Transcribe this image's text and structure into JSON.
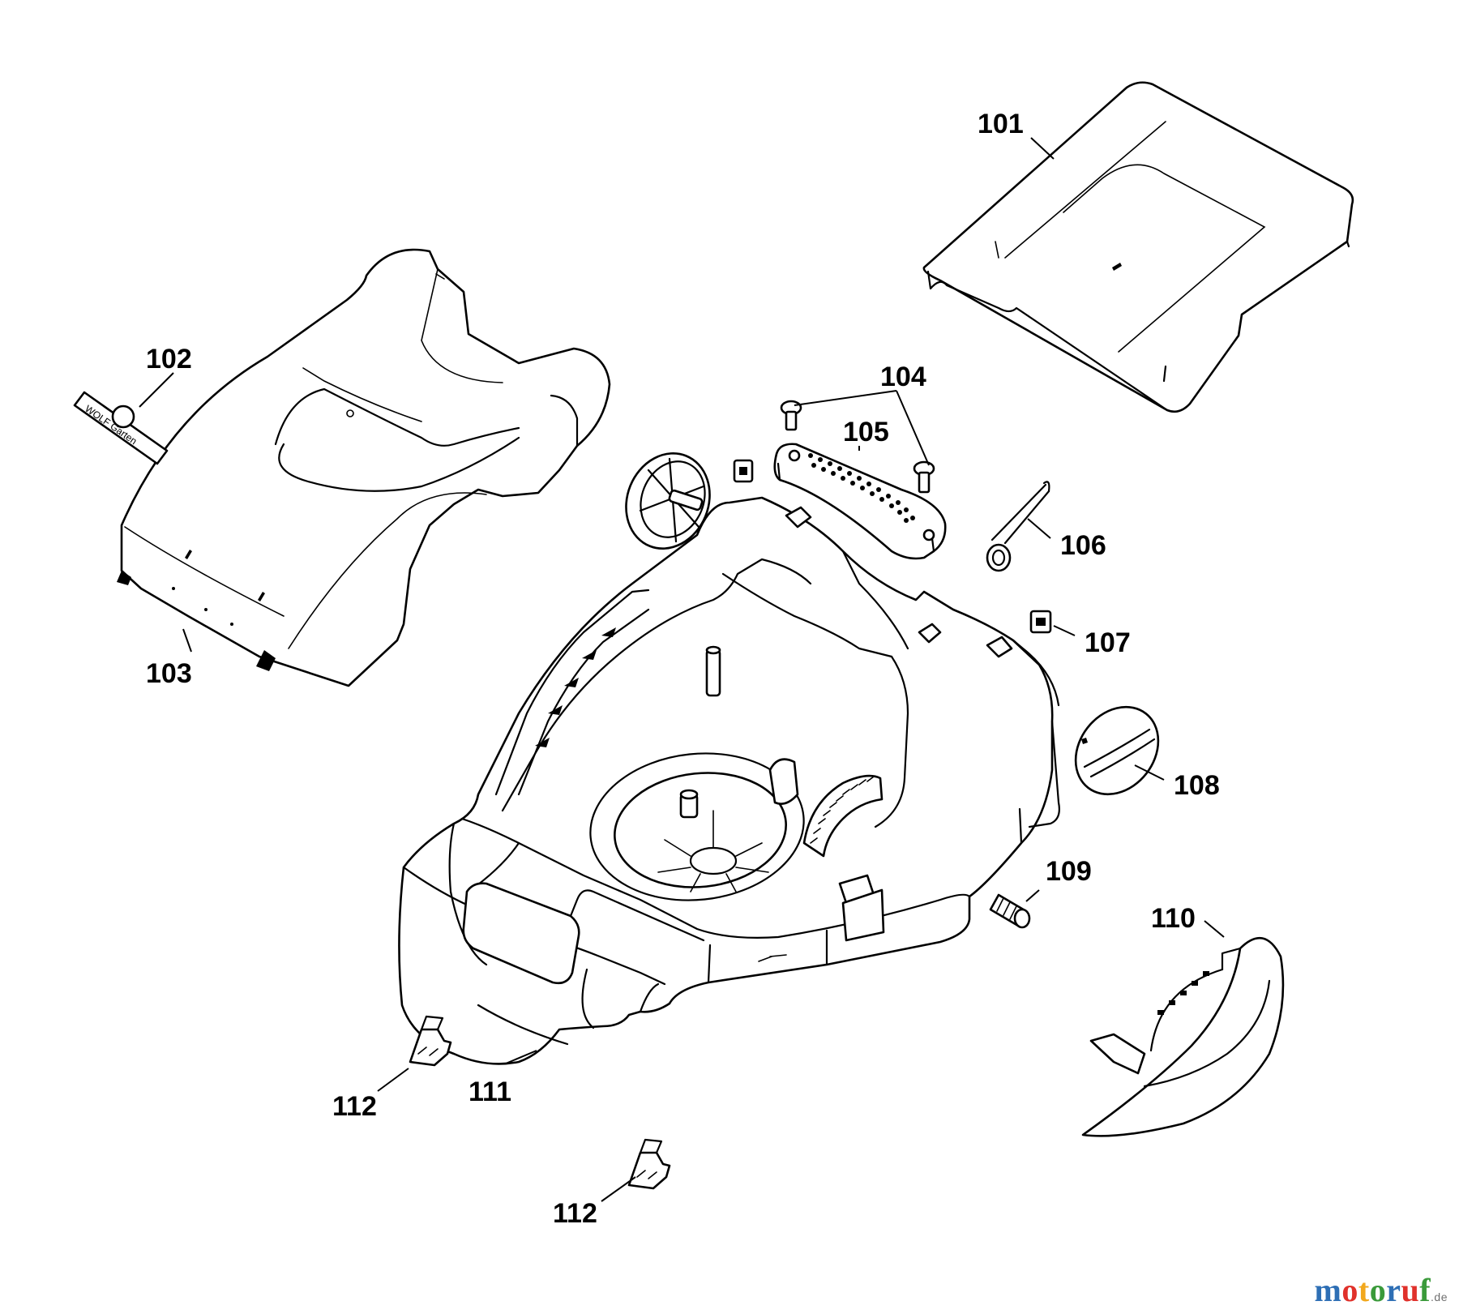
{
  "diagram": {
    "callouts": [
      "101",
      "102",
      "103",
      "104",
      "105",
      "106",
      "107",
      "108",
      "109",
      "110",
      "111",
      "112",
      "112"
    ],
    "logo_text": "WOLF Garten",
    "parts": [
      {
        "id": "101",
        "icon": "grass-catcher-lid-icon"
      },
      {
        "id": "102",
        "icon": "brand-badge-icon"
      },
      {
        "id": "103",
        "icon": "motor-cover-icon"
      },
      {
        "id": "104",
        "icon": "bolt-icon"
      },
      {
        "id": "105",
        "icon": "handle-bracket-icon"
      },
      {
        "id": "106",
        "icon": "torsion-spring-icon"
      },
      {
        "id": "107",
        "icon": "square-nut-icon"
      },
      {
        "id": "108",
        "icon": "height-adjust-knob-icon"
      },
      {
        "id": "109",
        "icon": "spacer-sleeve-icon"
      },
      {
        "id": "110",
        "icon": "side-flap-icon"
      },
      {
        "id": "111",
        "icon": "mower-deck-icon"
      },
      {
        "id": "112",
        "icon": "clip-icon"
      }
    ]
  },
  "watermark": {
    "letters": [
      "m",
      "o",
      "t",
      "o",
      "r",
      "u",
      "f"
    ],
    "colors": [
      "#2e6fb5",
      "#e0312b",
      "#f2a81d",
      "#3a9a3a",
      "#2e6fb5",
      "#e0312b",
      "#3a9a3a"
    ],
    "suffix": ".de"
  }
}
